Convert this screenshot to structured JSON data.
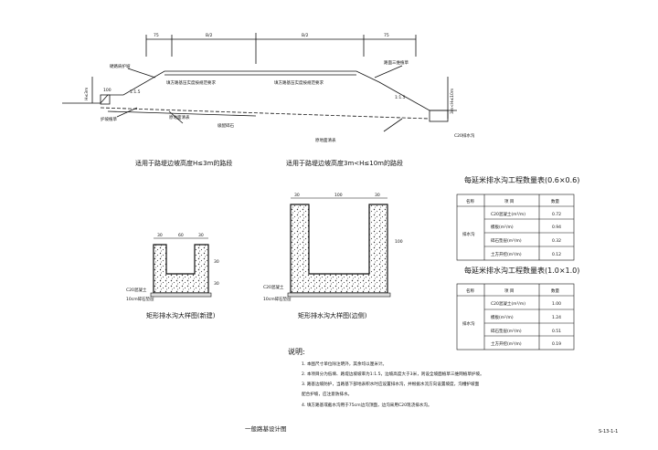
{
  "section": {
    "dim_left": "75",
    "dim_half_left": "B/2",
    "dim_half_right": "B/2",
    "dim_right": "75",
    "height_left": "H≤3m",
    "height_right": "3m<H≤10m",
    "dim_100": "100",
    "slope_left": "1:1.5",
    "slope_right": "1:1.5",
    "label_hardshoulder_left": "硬路肩护坡",
    "label_hardshoulder_right": "路面三维植草",
    "label_pavement_left": "填方路基压实度按规范要求",
    "label_pavement_right": "填方路基压实度按规范要求",
    "label_slope_drain": "护坡植草",
    "label_base_course": "级配碎石",
    "label_subgrade_left": "原地面清表",
    "label_subgrade_right": "原地面清表",
    "label_ditch": "C20排水沟",
    "caption_left": "适用于路堤边坡高度H≤3m的路段",
    "caption_right": "适用于路堤边坡高度3m<H≤10m的路段"
  },
  "ditch_small": {
    "dims": [
      "30",
      "60",
      "30"
    ],
    "height_top": "30",
    "height_bottom": "30",
    "label_concrete": "C20混凝土",
    "label_cushion": "10cm碎石垫层",
    "caption": "矩形排水沟大样图(新建)"
  },
  "ditch_large": {
    "dim_side_left": "30",
    "dim_inner": "100",
    "dim_side_right": "30",
    "height": "100",
    "label_concrete": "C20混凝土",
    "label_cushion": "10cm碎石垫层",
    "caption": "矩形排水沟大样图(边侧)"
  },
  "table1": {
    "title": "每延米排水沟工程数量表(0.6×0.6)",
    "headers": [
      "名称",
      "项 目",
      "数量"
    ],
    "group": "排水沟",
    "rows": [
      {
        "item": "C20混凝土(m³/m)",
        "value": "0.72"
      },
      {
        "item": "模板(m²/m)",
        "value": "0.94"
      },
      {
        "item": "碎石垫层(m³/m)",
        "value": "0.32"
      },
      {
        "item": "土方开挖(m³/m)",
        "value": "0.12"
      }
    ]
  },
  "table2": {
    "title": "每延米排水沟工程数量表(1.0×1.0)",
    "headers": [
      "名称",
      "项 目",
      "数量"
    ],
    "group": "排水沟",
    "rows": [
      {
        "item": "C20混凝土(m³/m)",
        "value": "1.00"
      },
      {
        "item": "模板(m²/m)",
        "value": "1.24"
      },
      {
        "item": "碎石垫层(m³/m)",
        "value": "0.51"
      },
      {
        "item": "土方开挖(m³/m)",
        "value": "0.19"
      }
    ]
  },
  "notes": {
    "heading": "说明:",
    "lines": [
      "1. 本图尺寸单位除注明外，其余均以厘米计。",
      "2. 本项目分为低填、路堤边坡坡率为1:1.5，边坡高度大于3米，则设全坡面植草三维网植草护坡。",
      "3. 路基边坡防护，当路基下部地表积水时应设置排水沟，并根据水流方向设置坡度，沟槽护坡面",
      "    配合护坡，应注意防排水。",
      "4. 填方路基或截水沟用于75cm边沟顶面，边沟采用C20现浇排水沟。"
    ]
  },
  "footer": {
    "title": "一般路基设计图",
    "sheet": "S-13-1-1"
  }
}
